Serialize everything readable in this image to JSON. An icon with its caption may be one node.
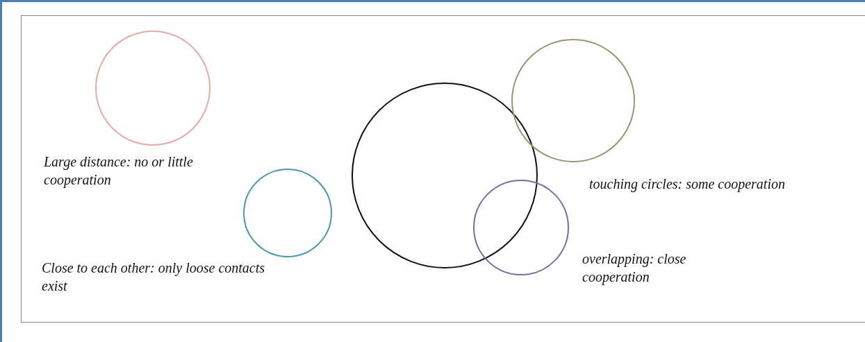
{
  "diagram": {
    "nodes": [
      {
        "text": [],
        "shape": "circle",
        "beside": [
          "Large distance: no or little cooperation"
        ]
      },
      {
        "text": [],
        "shape": "circle",
        "beside": [
          "Close to each other: only loose contacts exist"
        ]
      },
      {
        "text": [],
        "shape": "circle"
      },
      {
        "text": [],
        "shape": "circle",
        "beside": [
          "touching circles: some cooperation"
        ]
      },
      {
        "text": [],
        "shape": "circle",
        "beside": [
          "overlapping: close cooperation"
        ]
      }
    ]
  }
}
